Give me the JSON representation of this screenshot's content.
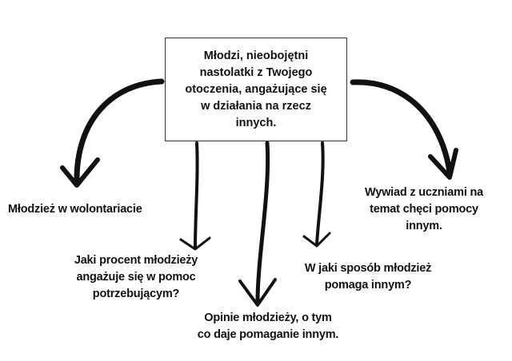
{
  "central": "Młodzi, nieobojętni\nnastolatki z Twojego\notoczenia, angażujące się\nw działania na rzecz\ninnych.",
  "branches": [
    "Młodzież w wolontariacie",
    "Wywiad z uczniami na\ntemat chęci pomocy\ninnym.",
    "Jaki procent młodzieży\nangażuje się w pomoc\npotrzebującym?",
    "W jaki sposób młodzież\npomaga innym?",
    "Opinie młodzieży, o tym\nco daje pomaganie innym."
  ]
}
